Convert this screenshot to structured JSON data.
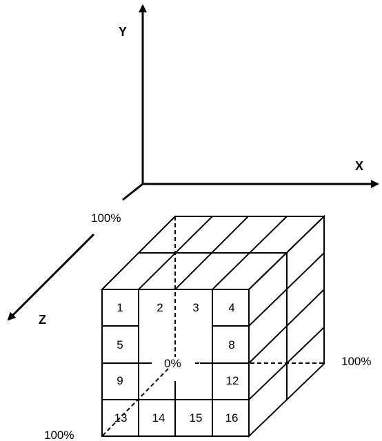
{
  "axes": {
    "y_label": "Y",
    "x_label": "X",
    "z_label": "Z"
  },
  "percent_labels": {
    "z_max": "100%",
    "origin": "0%",
    "x_max": "100%",
    "bottom_max": "100%"
  },
  "cells": [
    "1",
    "2",
    "3",
    "4",
    "5",
    "8",
    "9",
    "12",
    "13",
    "14",
    "15",
    "16"
  ],
  "colors": {
    "stroke": "#000000",
    "background": "#ffffff"
  }
}
